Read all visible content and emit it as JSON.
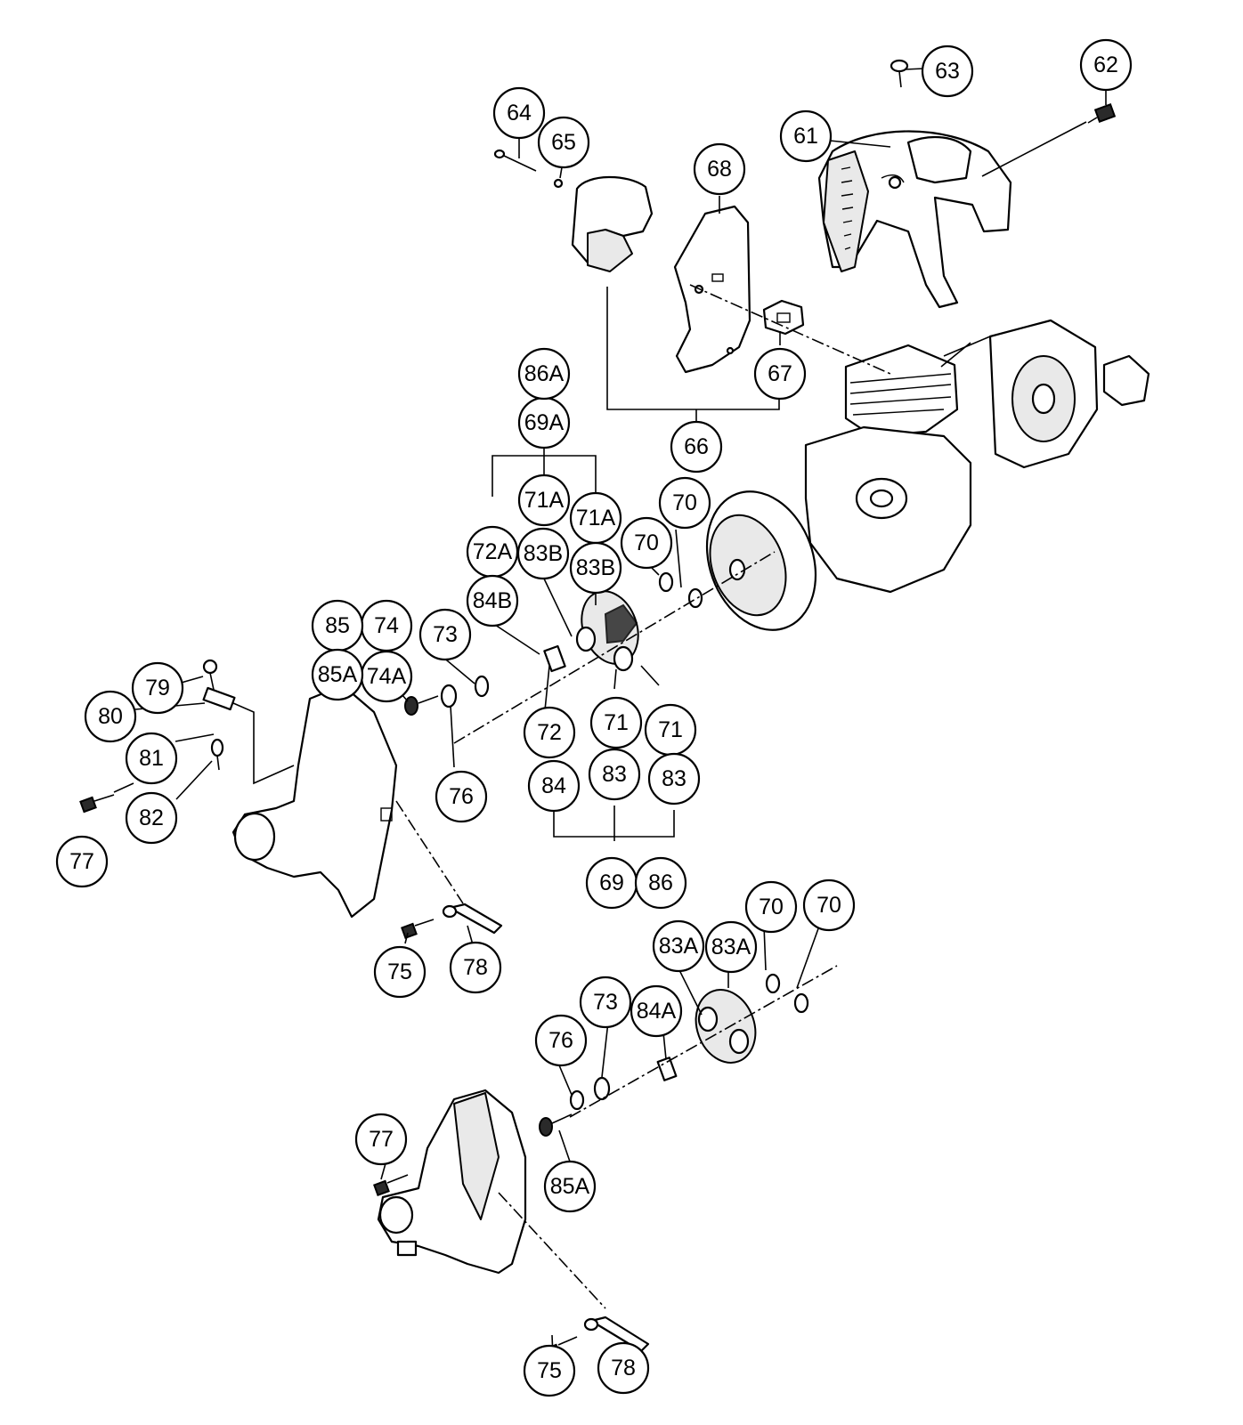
{
  "labels": [
    {
      "id": "61",
      "text": "61"
    },
    {
      "id": "62",
      "text": "62"
    },
    {
      "id": "63",
      "text": "63"
    },
    {
      "id": "64",
      "text": "64"
    },
    {
      "id": "65",
      "text": "65"
    },
    {
      "id": "66",
      "text": "66"
    },
    {
      "id": "67",
      "text": "67"
    },
    {
      "id": "68",
      "text": "68"
    },
    {
      "id": "69",
      "text": "69"
    },
    {
      "id": "69A",
      "text": "69A"
    },
    {
      "id": "70a",
      "text": "70"
    },
    {
      "id": "70b",
      "text": "70"
    },
    {
      "id": "70c",
      "text": "70"
    },
    {
      "id": "70d",
      "text": "70"
    },
    {
      "id": "71a",
      "text": "71"
    },
    {
      "id": "71b",
      "text": "71"
    },
    {
      "id": "71Aa",
      "text": "71A"
    },
    {
      "id": "71Ab",
      "text": "71A"
    },
    {
      "id": "72",
      "text": "72"
    },
    {
      "id": "72A",
      "text": "72A"
    },
    {
      "id": "73a",
      "text": "73"
    },
    {
      "id": "73b",
      "text": "73"
    },
    {
      "id": "74",
      "text": "74"
    },
    {
      "id": "74A",
      "text": "74A"
    },
    {
      "id": "75a",
      "text": "75"
    },
    {
      "id": "75b",
      "text": "75"
    },
    {
      "id": "76a",
      "text": "76"
    },
    {
      "id": "76b",
      "text": "76"
    },
    {
      "id": "77a",
      "text": "77"
    },
    {
      "id": "77b",
      "text": "77"
    },
    {
      "id": "78a",
      "text": "78"
    },
    {
      "id": "78b",
      "text": "78"
    },
    {
      "id": "79",
      "text": "79"
    },
    {
      "id": "80",
      "text": "80"
    },
    {
      "id": "81",
      "text": "81"
    },
    {
      "id": "82",
      "text": "82"
    },
    {
      "id": "83a",
      "text": "83"
    },
    {
      "id": "83b",
      "text": "83"
    },
    {
      "id": "83Aa",
      "text": "83A"
    },
    {
      "id": "83Ab",
      "text": "83A"
    },
    {
      "id": "83Ba",
      "text": "83B"
    },
    {
      "id": "83Bb",
      "text": "83B"
    },
    {
      "id": "84",
      "text": "84"
    },
    {
      "id": "84A",
      "text": "84A"
    },
    {
      "id": "84B",
      "text": "84B"
    },
    {
      "id": "85",
      "text": "85"
    },
    {
      "id": "85Aa",
      "text": "85A"
    },
    {
      "id": "85Ab",
      "text": "85A"
    },
    {
      "id": "86",
      "text": "86"
    },
    {
      "id": "86A",
      "text": "86A"
    }
  ]
}
